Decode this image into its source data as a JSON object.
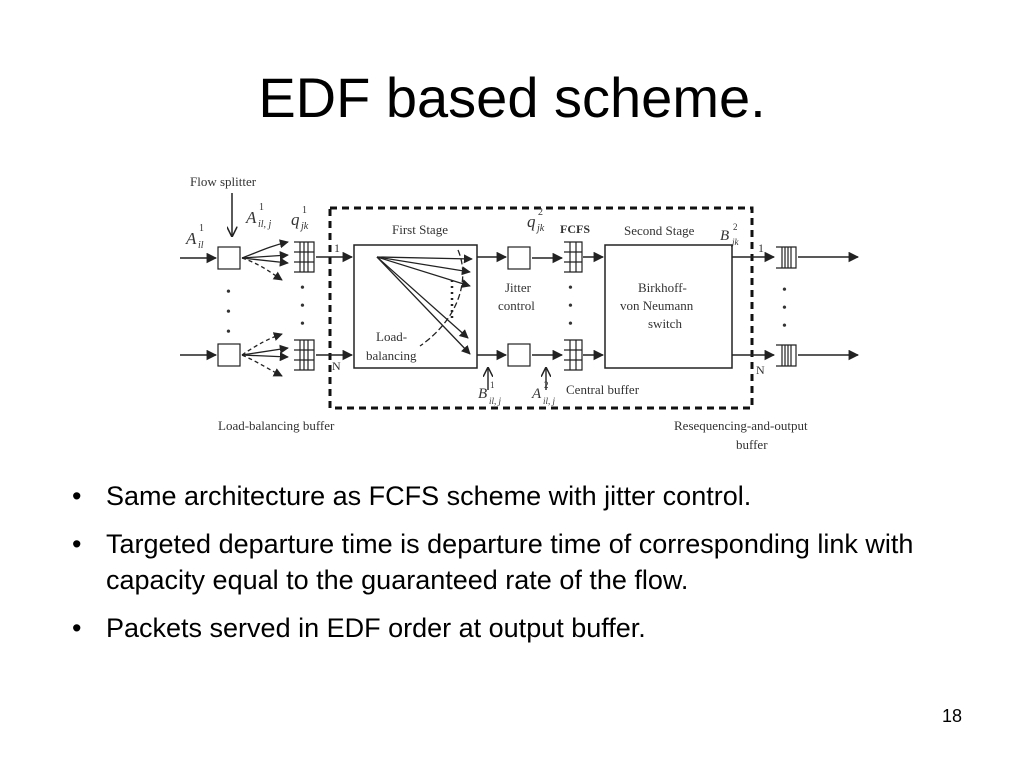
{
  "slide": {
    "title": "EDF based scheme.",
    "page_number": "18"
  },
  "diagram": {
    "flow_splitter": "Flow splitter",
    "first_stage": "First Stage",
    "second_stage": "Second Stage",
    "fcfs": "FCFS",
    "jitter_control_line1": "Jitter",
    "jitter_control_line2": "control",
    "switch_line1": "Birkhoff-",
    "switch_line2": "von Neumann",
    "switch_line3": "switch",
    "load_balancing_line1": "Load-",
    "load_balancing_line2": "balancing",
    "central_buffer": "Central buffer",
    "lb_buffer": "Load-balancing buffer",
    "reseq_line1": "Resequencing-and-output",
    "reseq_line2": "buffer",
    "port_first": "1",
    "port_last": "N",
    "dots": "•",
    "math": {
      "A": "A",
      "q": "q",
      "B": "B",
      "sup1": "1",
      "sup2": "2",
      "sub_il": "il",
      "sub_ilj": "il, j",
      "sub_jk": "jk"
    }
  },
  "bullets": [
    "Same architecture as FCFS scheme with jitter control.",
    "Targeted departure time is departure time of corresponding link with capacity equal to the guaranteed rate of the flow.",
    "Packets served in EDF order at output buffer."
  ]
}
